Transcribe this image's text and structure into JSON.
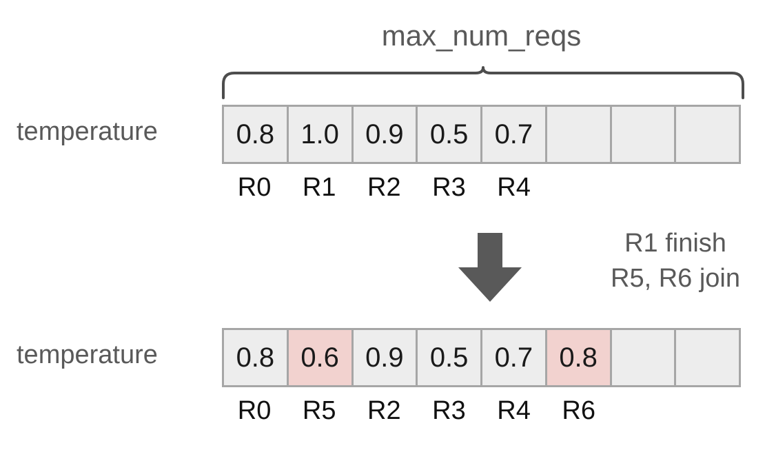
{
  "diagram": {
    "title": "max_num_reqs",
    "brace_label": "max_num_reqs",
    "arrow_icon": "down-arrow-icon",
    "colors": {
      "cell_fill": "#ededed",
      "cell_border": "#a6a6a6",
      "highlight_fill": "#f2d2cf",
      "label_text": "#595959",
      "value_text": "#1a1a1a",
      "arrow_fill": "#595959"
    }
  },
  "before": {
    "row_label": "temperature",
    "capacity": 8,
    "cells": [
      {
        "value": "0.8",
        "highlighted": false,
        "empty": false
      },
      {
        "value": "1.0",
        "highlighted": false,
        "empty": false
      },
      {
        "value": "0.9",
        "highlighted": false,
        "empty": false
      },
      {
        "value": "0.5",
        "highlighted": false,
        "empty": false
      },
      {
        "value": "0.7",
        "highlighted": false,
        "empty": false
      },
      {
        "value": "",
        "highlighted": false,
        "empty": true
      },
      {
        "value": "",
        "highlighted": false,
        "empty": true
      },
      {
        "value": "",
        "highlighted": false,
        "empty": true
      }
    ],
    "ids": [
      "R0",
      "R1",
      "R2",
      "R3",
      "R4",
      "",
      "",
      ""
    ]
  },
  "transition": {
    "lines": [
      "R1 finish",
      "R5, R6 join"
    ]
  },
  "after": {
    "row_label": "temperature",
    "capacity": 8,
    "cells": [
      {
        "value": "0.8",
        "highlighted": false,
        "empty": false
      },
      {
        "value": "0.6",
        "highlighted": true,
        "empty": false
      },
      {
        "value": "0.9",
        "highlighted": false,
        "empty": false
      },
      {
        "value": "0.5",
        "highlighted": false,
        "empty": false
      },
      {
        "value": "0.7",
        "highlighted": false,
        "empty": false
      },
      {
        "value": "0.8",
        "highlighted": true,
        "empty": false
      },
      {
        "value": "",
        "highlighted": false,
        "empty": true
      },
      {
        "value": "",
        "highlighted": false,
        "empty": true
      }
    ],
    "ids": [
      "R0",
      "R5",
      "R2",
      "R3",
      "R4",
      "R6",
      "",
      ""
    ]
  }
}
